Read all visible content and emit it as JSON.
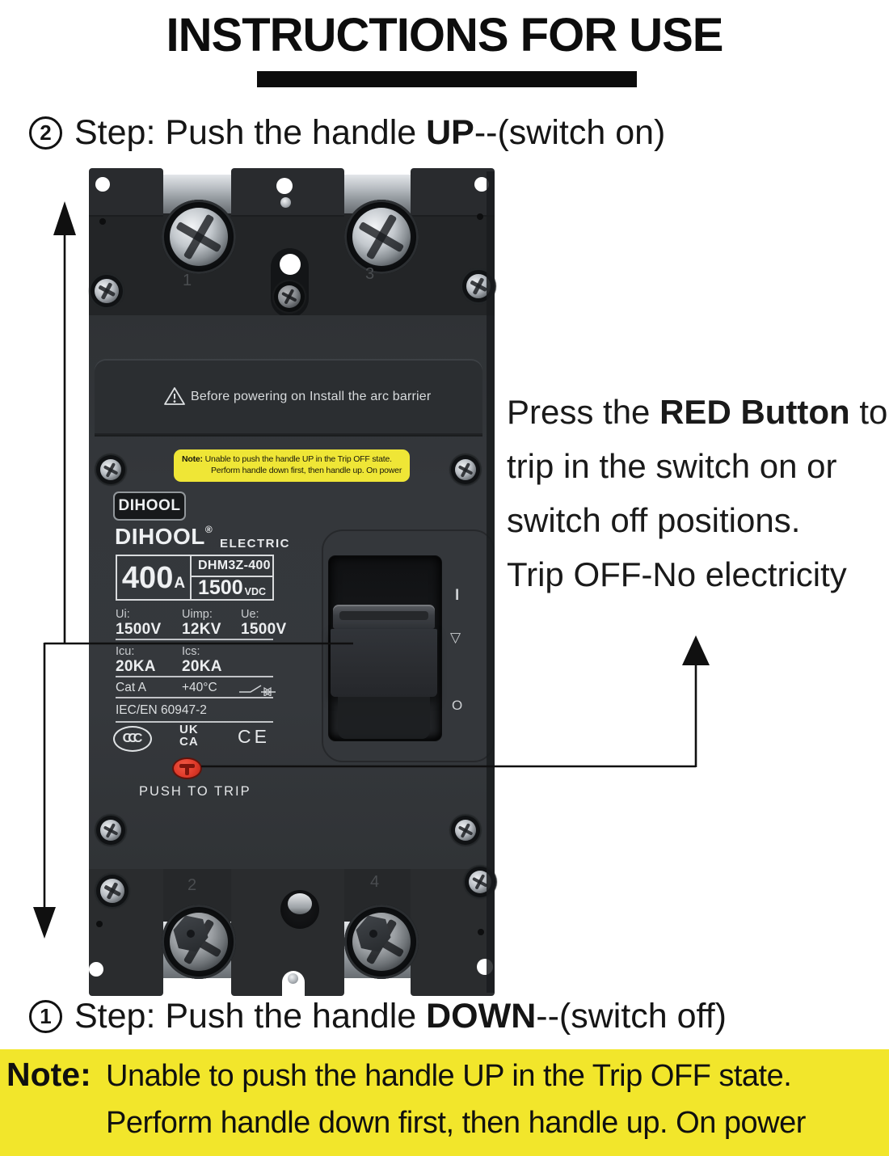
{
  "title": "INSTRUCTIONS FOR USE",
  "step2": {
    "num": "2",
    "pre": "Step: Push the handle ",
    "bold": "UP",
    "post": "--(switch on)"
  },
  "step1": {
    "num": "1",
    "pre": "Step: Push the handle ",
    "bold": "DOWN",
    "post": "--(switch off)"
  },
  "side_note": {
    "line1_pre": "Press the ",
    "line1_bold": "RED Button",
    "line1_post": " to",
    "line2": "trip in the switch on or",
    "line3": "switch off positions.",
    "line4": "Trip OFF-No electricity"
  },
  "bottom_note": {
    "label": "Note:",
    "line1": "Unable to push the handle UP in the Trip OFF state.",
    "line2": "Perform handle down first, then handle up. On power",
    "bg_color": "#f2e62b"
  },
  "breaker": {
    "body_color": "#303336",
    "warning": "Before powering on Install the arc barrier",
    "sticker": {
      "label": "Note:",
      "line1": "Unable to push the handle UP in the Trip OFF state.",
      "line2": "Perform handle down first, then handle up. On power",
      "bg_color": "#efe636"
    },
    "badge": "DIHOOL",
    "brand": "DIHOOL",
    "reg": "®",
    "brand_suffix": "ELECTRIC",
    "rating": {
      "amp": "400",
      "amp_unit": "A",
      "model": "DHM3Z-400",
      "volt": "1500",
      "volt_unit": "VDC"
    },
    "specs": {
      "ui_label": "Ui:",
      "ui": "1500V",
      "uimp_label": "Uimp:",
      "uimp": "12KV",
      "ue_label": "Ue:",
      "ue": "1500V",
      "icu_label": "Icu:",
      "icu": "20KA",
      "ics_label": "Ics:",
      "ics": "20KA",
      "cat": "Cat A",
      "temp": "+40°C",
      "standard": "IEC/EN 60947-2"
    },
    "certs": {
      "ccc": "CCC",
      "ukca_line1": "UK",
      "ukca_line2": "CA",
      "ce": "CE"
    },
    "red_button_color": "#e03a2a",
    "trip_label": "PUSH TO TRIP",
    "handle": {
      "on": "I",
      "mid": "▽",
      "off": "O"
    },
    "terminals": {
      "t1": "1",
      "t3": "3",
      "t2": "2",
      "t4": "4"
    }
  }
}
